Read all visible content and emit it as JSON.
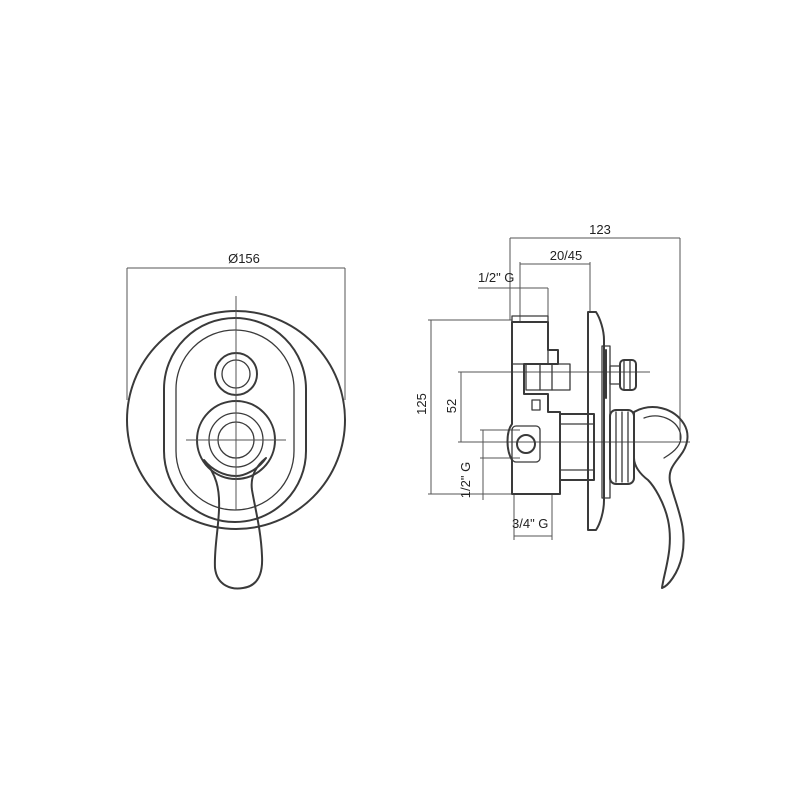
{
  "front_view": {
    "diameter_label": "Ø156"
  },
  "side_view": {
    "overall_depth_label": "123",
    "adjust_range_label": "20/45",
    "top_thread_label": "1/2\" G",
    "height_label": "125",
    "center_distance_label": "52",
    "side_thread_label": "1/2\" G",
    "bottom_thread_label": "3/4\" G"
  }
}
